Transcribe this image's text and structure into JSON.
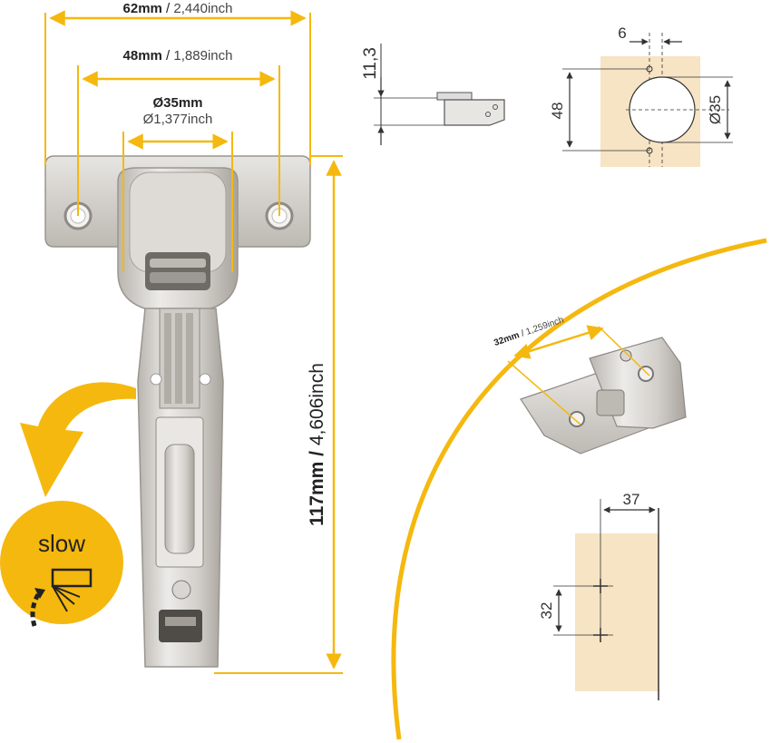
{
  "colors": {
    "accent": "#f5b80f",
    "metal_light": "#e4e2df",
    "metal_mid": "#c9c6c1",
    "metal_dark": "#8e8a85",
    "wood": "#f6e4c4",
    "line": "#333333",
    "text": "#222222"
  },
  "hinge_dims": {
    "width_mm": "62mm",
    "width_inch": "2,440inch",
    "hole_spacing_mm": "48mm",
    "hole_spacing_inch": "1,889inch",
    "cup_diameter_mm": "Ø35mm",
    "cup_diameter_inch": "Ø1,377inch",
    "length_mm": "117mm",
    "length_inch": "4,606inch",
    "separator": " / "
  },
  "side_view": {
    "height": "11,3"
  },
  "top_view": {
    "offset": "6",
    "height": "48",
    "cup": "Ø35"
  },
  "plate_dims": {
    "length_mm": "32mm",
    "length_inch": "1,259inch",
    "separator": " / "
  },
  "plate_drawing": {
    "width": "37",
    "spacing": "32"
  },
  "badge": {
    "label": "slow",
    "icon": "soft-close-icon"
  }
}
